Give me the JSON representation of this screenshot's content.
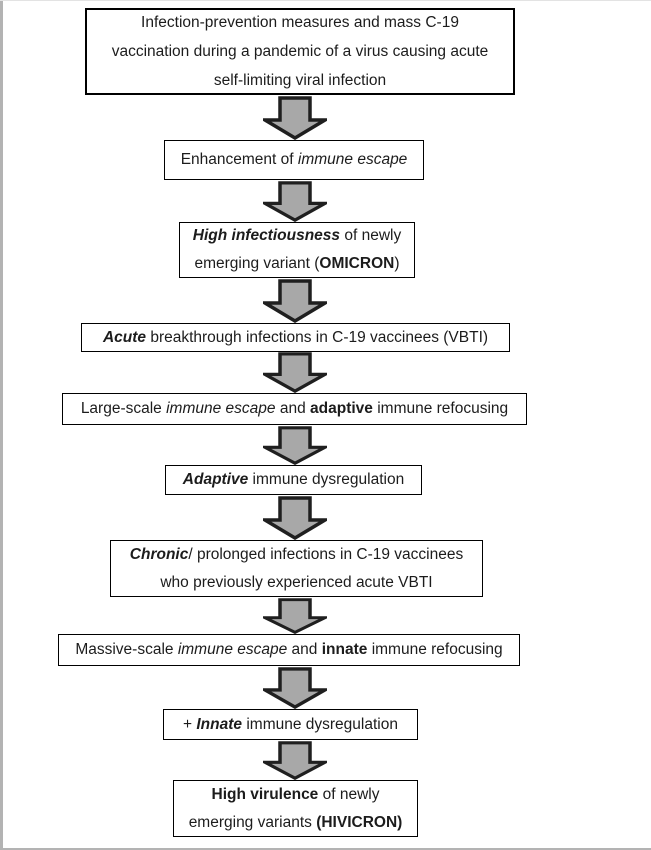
{
  "page": {
    "background": "#ffffff",
    "edge_color": "#b3b3b3"
  },
  "flowchart": {
    "arrow_fill": "#a8a8a8",
    "arrow_stroke": "#1f1f1f",
    "box_border_color": "#000000",
    "arrow_count": 9,
    "arrow_icon": "down-block-arrow",
    "nodes": [
      {
        "id": "infection-prevention",
        "label": "Infection-prevention measures and mass C-19 vaccination during a pandemic of a virus causing acute self-limiting viral infection",
        "runs": [
          {
            "t": "Infection-prevention measures and mass C-19\nvaccination during a pandemic of a virus causing acute\nself-limiting viral infection",
            "s": "n"
          }
        ]
      },
      {
        "id": "enhancement-immune-escape",
        "label": "Enhancement of immune escape",
        "runs": [
          {
            "t": "Enhancement of ",
            "s": "n"
          },
          {
            "t": "immune escape",
            "s": "i"
          }
        ]
      },
      {
        "id": "high-infectiousness",
        "label": "High infectiousness of newly emerging variant (OMICRON)",
        "runs": [
          {
            "t": "High infectiousness",
            "s": "bi"
          },
          {
            "t": " of newly\nemerging variant (",
            "s": "n"
          },
          {
            "t": "OMICRON",
            "s": "b"
          },
          {
            "t": ")",
            "s": "n"
          }
        ]
      },
      {
        "id": "acute-vbti",
        "label": "Acute breakthrough infections in C-19 vaccinees (VBTI)",
        "runs": [
          {
            "t": "Acute",
            "s": "bi"
          },
          {
            "t": " breakthrough infections in C-19 vaccinees (VBTI)",
            "s": "n"
          }
        ]
      },
      {
        "id": "large-scale-escape",
        "label": "Large-scale immune escape and adaptive immune refocusing",
        "runs": [
          {
            "t": "Large-scale ",
            "s": "n"
          },
          {
            "t": "immune escape",
            "s": "i"
          },
          {
            "t": " and ",
            "s": "n"
          },
          {
            "t": "adaptive",
            "s": "b"
          },
          {
            "t": " immune refocusing",
            "s": "n"
          }
        ]
      },
      {
        "id": "adaptive-dysregulation",
        "label": "Adaptive immune dysregulation",
        "runs": [
          {
            "t": "Adaptive",
            "s": "bi"
          },
          {
            "t": " immune dysregulation",
            "s": "n"
          }
        ]
      },
      {
        "id": "chronic-infections",
        "label": "Chronic/ prolonged infections in C-19 vaccinees who previously experienced acute VBTI",
        "runs": [
          {
            "t": "Chronic",
            "s": "bi"
          },
          {
            "t": "/ prolonged infections in C-19 vaccinees\nwho previously experienced acute VBTI",
            "s": "n"
          }
        ]
      },
      {
        "id": "massive-scale-escape",
        "label": "Massive-scale immune escape and innate immune refocusing",
        "runs": [
          {
            "t": "Massive-scale ",
            "s": "n"
          },
          {
            "t": "immune escape",
            "s": "i"
          },
          {
            "t": " and ",
            "s": "n"
          },
          {
            "t": "innate",
            "s": "b"
          },
          {
            "t": " immune refocusing",
            "s": "n"
          }
        ]
      },
      {
        "id": "innate-dysregulation",
        "label": "+ Innate immune dysregulation",
        "runs": [
          {
            "t": "+ ",
            "s": "n"
          },
          {
            "t": "Innate",
            "s": "bi"
          },
          {
            "t": " immune dysregulation",
            "s": "n"
          }
        ]
      },
      {
        "id": "high-virulence",
        "label": "High virulence of newly emerging variants (HIVICRON)",
        "runs": [
          {
            "t": "High virulence",
            "s": "b"
          },
          {
            "t": " of newly\nemerging variants ",
            "s": "n"
          },
          {
            "t": "(HIVICRON)",
            "s": "b"
          }
        ]
      }
    ]
  }
}
